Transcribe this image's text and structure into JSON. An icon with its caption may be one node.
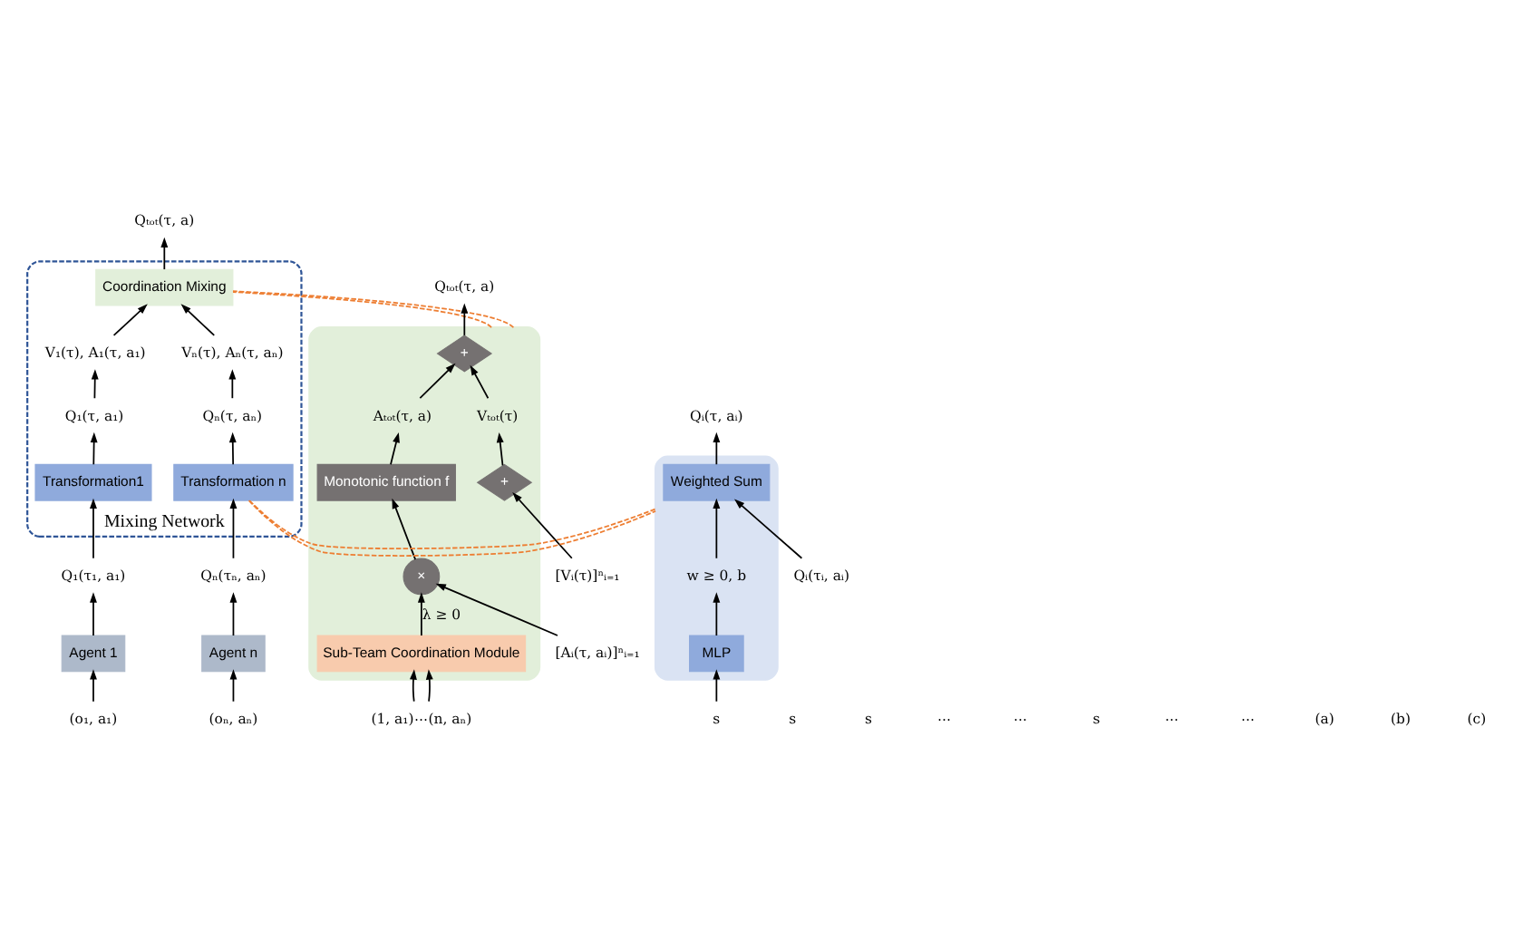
{
  "diagram": {
    "nodes": [
      {
        "text": [],
        "shape": "box"
      },
      {
        "text": [
          "Qₜₒₜ(τ, a)"
        ]
      },
      {
        "text": [
          "Aₜₒₜ(τ, a)"
        ],
        "in": 0
      },
      {
        "text": [
          "+"
        ],
        "in": 0
      },
      {
        "text": [
          "Vₜₒₜ(τ)"
        ],
        "in": 0
      },
      {
        "text": [
          "Monotonic function f"
        ],
        "in": 0
      },
      {
        "text": [
          "Sub-Team Coordination Module"
        ],
        "in": 0
      },
      {
        "text": [
          "×"
        ],
        "in": 0
      },
      {
        "text": [
          "+"
        ],
        "in": 0
      },
      {
        "text": [
          "(1, a₁)⋯(n, aₙ)"
        ]
      },
      {
        "text": [
          "[Aᵢ(τ, aᵢ)]ⁿᵢ₌₁"
        ]
      },
      {
        "text": [
          "[Vᵢ(τ)]ⁿᵢ₌₁"
        ]
      },
      {
        "text": [
          "Mixing Network"
        ]
      },
      {
        "text": [
          "Qₜₒₜ(τ, a)"
        ]
      },
      {
        "text": [
          "Coordination Mixing"
        ],
        "in": 12
      },
      {
        "text": [
          "V₁(τ), A₁(τ, a₁)"
        ],
        "in": 12
      },
      {
        "text": [
          "Vₙ(τ), Aₙ(τ, aₙ)"
        ],
        "in": 12
      },
      {
        "text": [
          "Q₁(τ, a₁)"
        ],
        "in": 12
      },
      {
        "text": [
          "Qₙ(τ, aₙ)"
        ],
        "in": 12
      },
      {
        "text": [
          "Transformation1"
        ],
        "in": 12
      },
      {
        "text": [
          "Transformation n"
        ],
        "in": 12
      },
      {
        "text": [
          "Q₁(τ₁, a₁)"
        ]
      },
      {
        "text": [
          "Qₙ(τₙ, aₙ)"
        ]
      },
      {
        "text": [
          "Agent 1"
        ]
      },
      {
        "text": [
          "Agent n"
        ]
      },
      {
        "text": [
          "(o₁, a₁)"
        ]
      },
      {
        "text": [
          "(oₙ, aₙ)"
        ]
      },
      {
        "text": [],
        "shape": "box"
      },
      {
        "text": [
          "Qᵢ(τ, aᵢ)"
        ]
      },
      {
        "text": [
          "Weighted Sum"
        ],
        "in": 27
      },
      {
        "text": [
          "w ≥ 0, b"
        ],
        "in": 27
      },
      {
        "text": [
          "MLP"
        ],
        "in": 27
      },
      {
        "text": [
          "Qᵢ(τᵢ, aᵢ)"
        ]
      },
      {
        "text": [
          "s"
        ]
      }
    ],
    "edges": [
      {
        "from": 3,
        "to": 1,
        "arrow": "to"
      },
      {
        "from": 2,
        "to": 3,
        "arrow": "to"
      },
      {
        "from": 4,
        "to": 3,
        "arrow": "to"
      },
      {
        "from": 5,
        "to": 2,
        "arrow": "to"
      },
      {
        "from": 7,
        "to": 5,
        "arrow": "to"
      },
      {
        "from": 6,
        "to": 7,
        "arrow": "to",
        "label": "λ ≥ 0"
      },
      {
        "from": 10,
        "to": 7,
        "arrow": "to"
      },
      {
        "from": 9,
        "to": 6,
        "arrow": "to"
      },
      {
        "from": 9,
        "to": 6,
        "arrow": "to"
      },
      {
        "from": 8,
        "to": 4,
        "arrow": "to"
      },
      {
        "from": 11,
        "to": 8,
        "arrow": "to"
      },
      {
        "from": 14,
        "to": 13,
        "arrow": "to"
      },
      {
        "from": 15,
        "to": 14,
        "arrow": "to"
      },
      {
        "from": 16,
        "to": 14,
        "arrow": "to"
      },
      {
        "from": 17,
        "to": 15,
        "arrow": "to"
      },
      {
        "from": 18,
        "to": 16,
        "arrow": "to"
      },
      {
        "from": 19,
        "to": 17,
        "arrow": "to"
      },
      {
        "from": 20,
        "to": 18,
        "arrow": "to"
      },
      {
        "from": 21,
        "to": 19,
        "arrow": "to"
      },
      {
        "from": 22,
        "to": 20,
        "arrow": "to"
      },
      {
        "from": 23,
        "to": 21,
        "arrow": "to"
      },
      {
        "from": 24,
        "to": 22,
        "arrow": "to"
      },
      {
        "from": 25,
        "to": 23,
        "arrow": "to"
      },
      {
        "from": 26,
        "to": 24,
        "arrow": "to"
      },
      {
        "from": 29,
        "to": 28,
        "arrow": "to"
      },
      {
        "from": 30,
        "to": 29,
        "arrow": "to"
      },
      {
        "from": 31,
        "to": 30,
        "arrow": "to"
      },
      {
        "from": 33,
        "to": 31,
        "arrow": "to"
      },
      {
        "from": 32,
        "to": 29,
        "arrow": "to"
      },
      {
        "from": 0,
        "to": 14,
        "arrow": "none",
        "style": "dashed",
        "color": "#ed7d31"
      },
      {
        "from": 0,
        "to": 14,
        "arrow": "none",
        "style": "dashed",
        "color": "#ed7d31"
      },
      {
        "from": 20,
        "to": 27,
        "arrow": "none",
        "style": "dashed",
        "color": "#ed7d31"
      },
      {
        "from": 20,
        "to": 27,
        "arrow": "none",
        "style": "dashed",
        "color": "#ed7d31"
      }
    ],
    "labels": [
      "s",
      "s",
      "⋯",
      "⋯",
      "s",
      "⋯",
      "⋯",
      "(a)",
      "(b)",
      "(c)"
    ]
  }
}
